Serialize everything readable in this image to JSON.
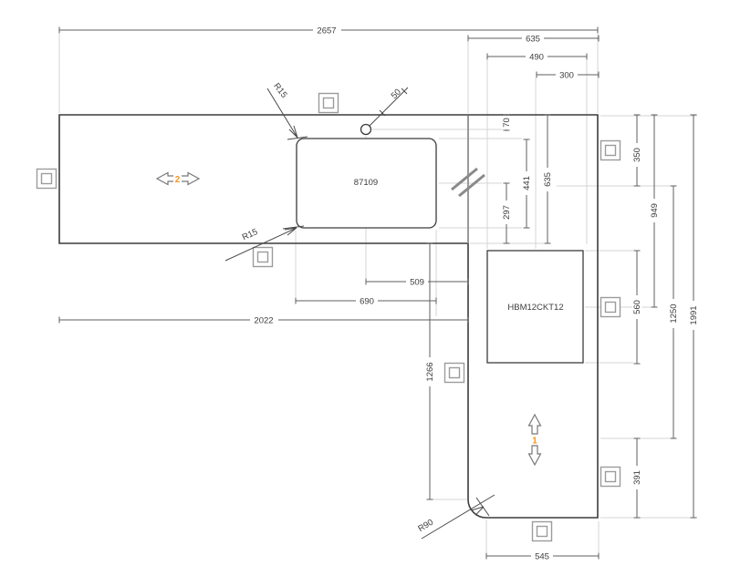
{
  "drawing": {
    "title": "worktop-plan",
    "colors": {
      "background": "#ffffff",
      "outline": "#3c3c3c",
      "dimension_line": "#5f5f5f",
      "extension_line": "#d4d4d4",
      "symbol_gray": "#9c9c9c",
      "joint_gray": "#8f8f8f",
      "accent_orange": "#f7941d",
      "text": "#3d3d3d"
    },
    "dims": {
      "overall_width": "2657",
      "right_piece_width": "635",
      "hob_span": "490",
      "hob_center_to_edge": "300",
      "tap_to_inner_edge": "509",
      "sink_cutout_width": "690",
      "left_piece_width": "2022",
      "bottom_width": "545",
      "tap_offset_from_back": "70",
      "sink_cutout_depth": "441",
      "worktop_depth": "635",
      "sink_center_to_front": "297",
      "back_to_line": "350",
      "hob_cutout_height": "560",
      "lower_segment": "391",
      "hob_center_from_back": "949",
      "mid_span": "1250",
      "right_piece_length": "1991",
      "inner_leg_length": "1266"
    },
    "radii": {
      "sink_corner_top": "R15",
      "sink_corner_bottom": "R15",
      "outer_corner": "R90",
      "tap_hole_diameter": "50"
    },
    "cutouts": {
      "sink_label": "87109",
      "hob_label": "HBM12CKT12"
    },
    "piece_numbers": {
      "right_piece": "1",
      "left_piece": "2"
    }
  }
}
